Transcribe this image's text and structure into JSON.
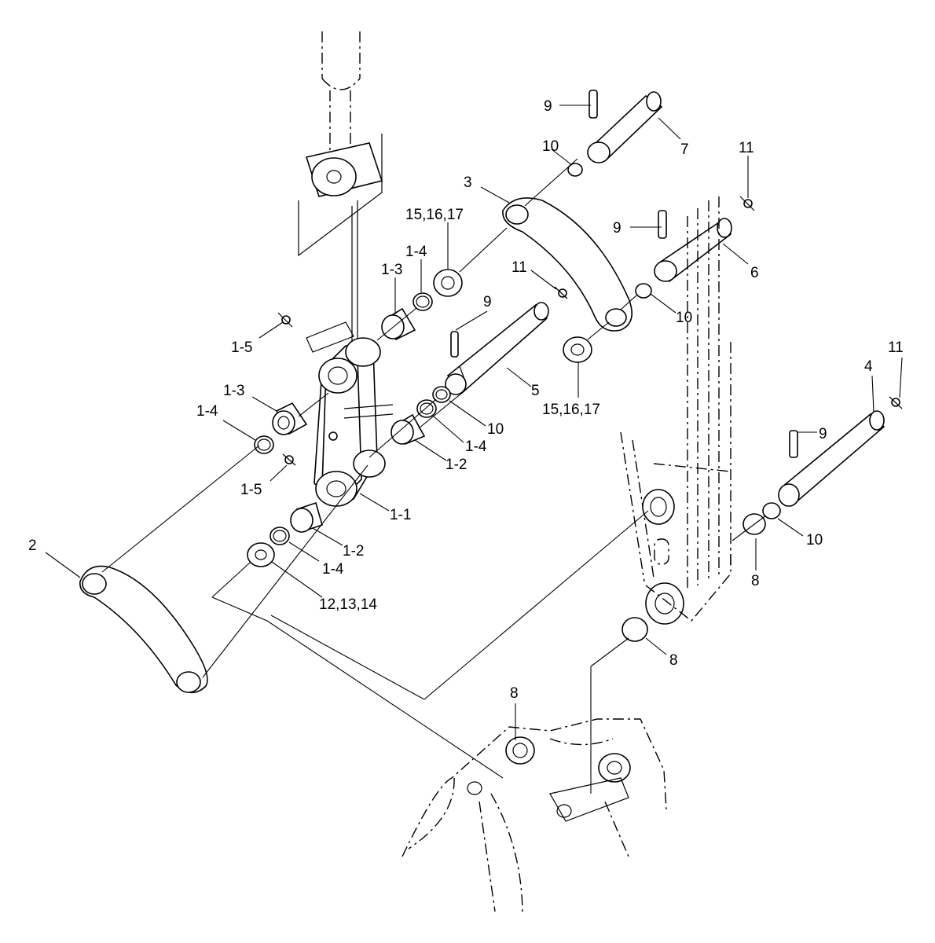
{
  "labels": {
    "l_9_top": "9",
    "l_7": "7",
    "l_10_top": "10",
    "l_11_top": "11",
    "l_3": "3",
    "l_151617_top": "15,16,17",
    "l_9_mid": "9",
    "l_6": "6",
    "l_1_4_a": "1-4",
    "l_1_3_a": "1-3",
    "l_11_mid": "11",
    "l_9_pin5": "9",
    "l_10_right": "10",
    "l_1_5_a": "1-5",
    "l_151617_bot": "15,16,17",
    "l_1_3_b": "1-3",
    "l_5": "5",
    "l_1_4_b": "1-4",
    "l_10_pin5": "10",
    "l_1_4_c": "1-4",
    "l_1_2_a": "1-2",
    "l_11_right": "11",
    "l_4": "4",
    "l_9_right": "9",
    "l_1_5_b": "1-5",
    "l_1_1": "1-1",
    "l_10_pin4": "10",
    "l_2": "2",
    "l_1_2_b": "1-2",
    "l_8_a": "8",
    "l_1_4_d": "1-4",
    "l_121314": "12,13,14",
    "l_8_b": "8",
    "l_8_c": "8"
  }
}
